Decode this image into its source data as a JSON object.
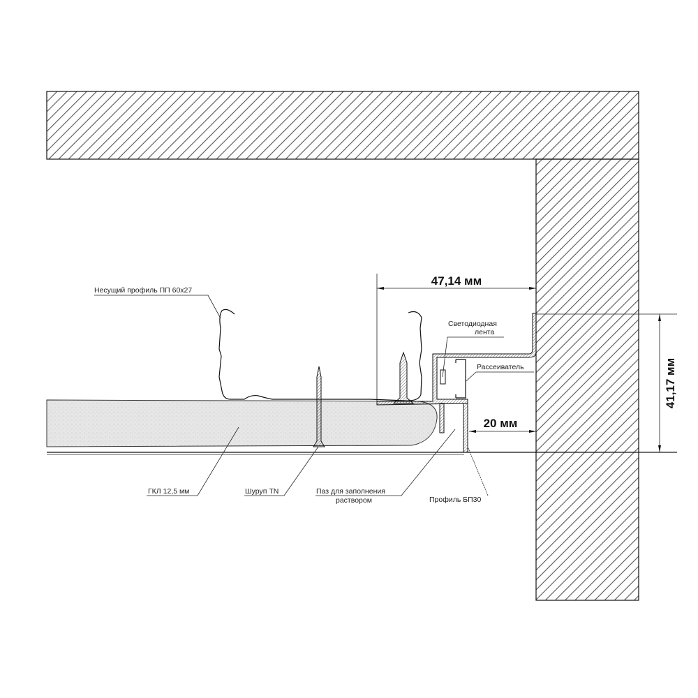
{
  "labels": {
    "bearing_profile": "Несущий профиль ПП 60x27",
    "led_strip_line1": "Светодиодная",
    "led_strip_line2": "лента",
    "diffuser": "Рассеиватель",
    "drywall": "ГКЛ 12,5 мм",
    "screw": "Шуруп TN",
    "groove_line1": "Паз для заполнения",
    "groove_line2": "раствором",
    "profile_bp30": "Профиль БП30"
  },
  "dimensions": {
    "horizontal_offset": "47,14 мм",
    "vertical_height": "41,17 мм",
    "gap": "20 мм"
  },
  "colors": {
    "hatch": "#555555",
    "drywall_fill": "#e4e4e4",
    "line": "#111111"
  }
}
